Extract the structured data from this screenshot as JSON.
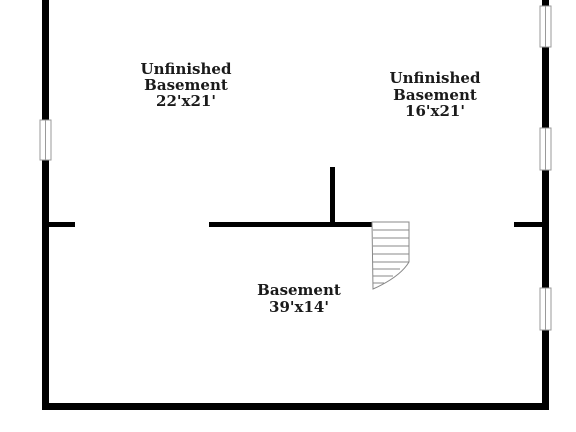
{
  "rooms": [
    {
      "name_line1": "Unfinished",
      "name_line2": "Basement",
      "dimensions": "22'x21'"
    },
    {
      "name_line1": "Unfinished",
      "name_line2": "Basement",
      "dimensions": "16'x21'"
    },
    {
      "name_line1": "Basement",
      "dimensions": "39'x14'"
    }
  ],
  "colors": {
    "wall": "#000000",
    "background": "#ffffff",
    "fixture_stroke": "#888888"
  },
  "icons": {
    "stairs": "stairs-icon",
    "window": "window-icon"
  }
}
